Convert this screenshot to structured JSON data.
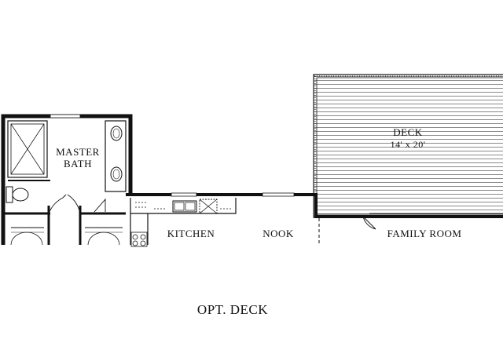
{
  "rooms": {
    "master_bath_line1": "MASTER",
    "master_bath_line2": "BATH",
    "kitchen": "KITCHEN",
    "nook": "NOOK",
    "family_room": "FAMILY ROOM",
    "deck_name": "DECK",
    "deck_size": "14' x 20'"
  },
  "footer": {
    "opt_deck": "OPT. DECK"
  },
  "colors": {
    "wall": "#111111",
    "deck_lines": "#888888",
    "background": "#ffffff"
  }
}
